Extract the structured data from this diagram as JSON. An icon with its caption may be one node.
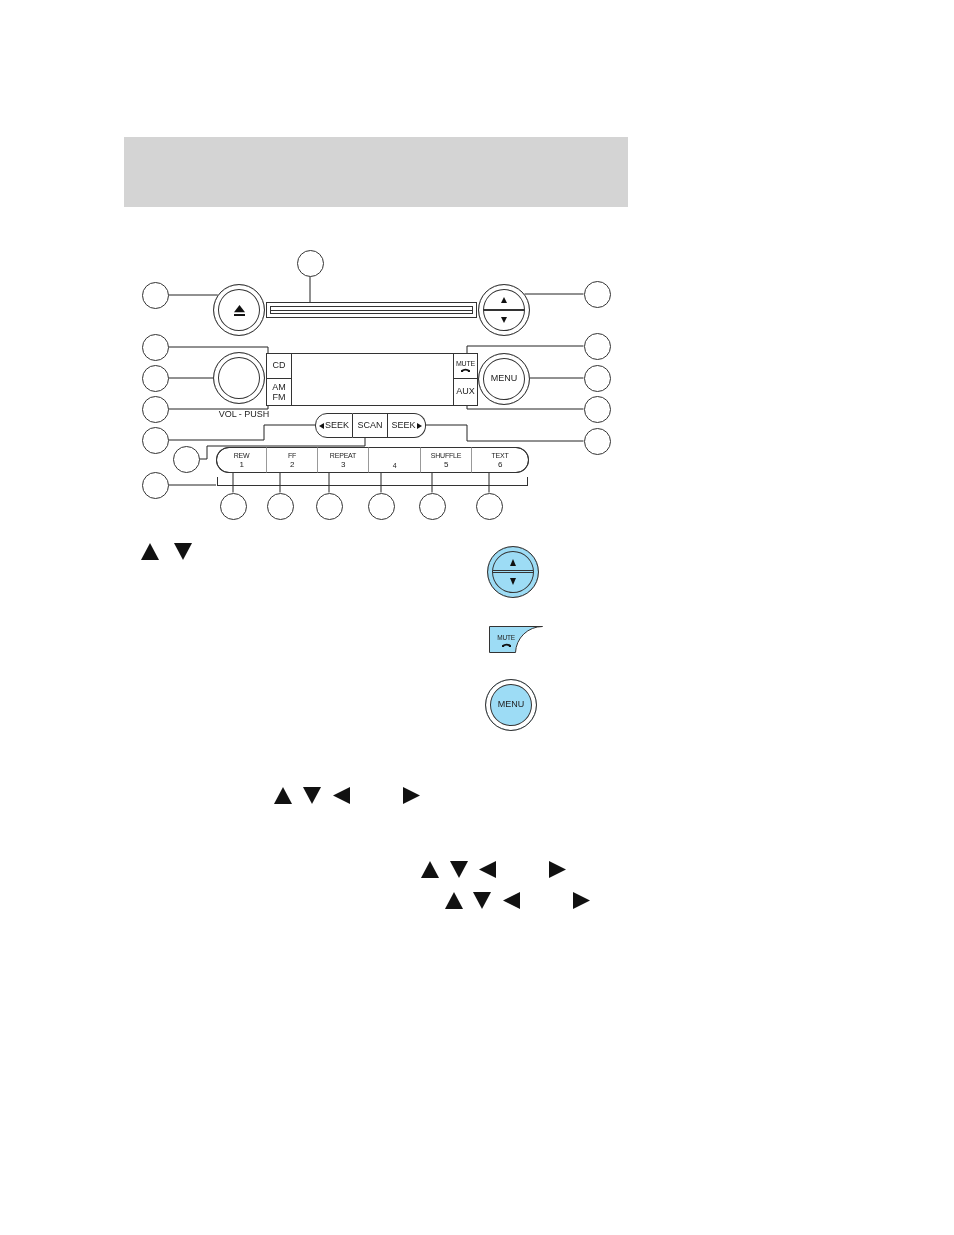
{
  "diagram": {
    "nodes": [
      {
        "text": [],
        "shape": "circle"
      },
      {
        "text": [],
        "shape": "circle"
      },
      {
        "text": [],
        "shape": "circle"
      },
      {
        "text": [],
        "shape": "bar"
      },
      {
        "text": [],
        "shape": "circle"
      },
      {
        "text": [],
        "shape": "circle"
      },
      {
        "text": [],
        "shape": "circle"
      },
      {
        "text": [],
        "shape": "circle"
      },
      {
        "text": [],
        "shape": "circle"
      },
      {
        "text": [],
        "shape": "circle",
        "beside": [
          "VOL - PUSH"
        ]
      },
      {
        "text": [
          "CD"
        ]
      },
      {
        "text": [
          "AM FM"
        ]
      },
      {
        "text": [
          "MUTE"
        ]
      },
      {
        "text": [
          "AUX"
        ]
      },
      {
        "text": [
          "MENU"
        ]
      },
      {
        "text": [],
        "shape": "circle"
      },
      {
        "text": [],
        "shape": "circle"
      },
      {
        "text": [],
        "shape": "circle"
      },
      {
        "text": [],
        "shape": "circle"
      },
      {
        "text": [
          "SEEK"
        ]
      },
      {
        "text": [
          "SCAN"
        ]
      },
      {
        "text": [
          "SEEK"
        ]
      },
      {
        "text": [],
        "shape": "circle"
      },
      {
        "text": [],
        "shape": "circle"
      },
      {
        "text": [],
        "shape": "box"
      },
      {
        "text": [
          "REW",
          "1"
        ],
        "in": 24
      },
      {
        "text": [
          "FF",
          "2"
        ],
        "in": 24
      },
      {
        "text": [
          "REPEAT",
          "3"
        ],
        "in": 24
      },
      {
        "text": [
          "4"
        ],
        "in": 24
      },
      {
        "text": [
          "SHUFFLE",
          "5"
        ],
        "in": 24
      },
      {
        "text": [
          "TEXT",
          "6"
        ],
        "in": 24
      },
      {
        "text": [],
        "shape": "circle"
      },
      {
        "text": [],
        "shape": "circle"
      },
      {
        "text": [],
        "shape": "circle"
      },
      {
        "text": [],
        "shape": "circle"
      },
      {
        "text": [],
        "shape": "circle"
      },
      {
        "text": [],
        "shape": "circle"
      },
      {
        "text": [],
        "shape": "circle"
      },
      {
        "text": [],
        "shape": "circle"
      },
      {
        "text": [
          "MUTE"
        ]
      },
      {
        "text": [
          "MENU"
        ]
      },
      {
        "text": [],
        "shape": "box"
      }
    ],
    "edges": [
      {
        "from": 0,
        "to": 3,
        "arrow": "none"
      },
      {
        "from": 1,
        "to": 2,
        "arrow": "none"
      },
      {
        "from": 5,
        "to": 4,
        "arrow": "none"
      },
      {
        "from": 6,
        "to": 10,
        "arrow": "none"
      },
      {
        "from": 7,
        "to": 12,
        "arrow": "none"
      },
      {
        "from": 8,
        "to": 9,
        "arrow": "none"
      },
      {
        "from": 15,
        "to": 14,
        "arrow": "none"
      },
      {
        "from": 16,
        "to": 11,
        "arrow": "none"
      },
      {
        "from": 17,
        "to": 13,
        "arrow": "none"
      },
      {
        "from": 18,
        "to": 19,
        "arrow": "none"
      },
      {
        "from": 22,
        "to": 21,
        "arrow": "none"
      },
      {
        "from": 23,
        "to": 20,
        "arrow": "none"
      },
      {
        "from": 31,
        "to": 24,
        "arrow": "none"
      },
      {
        "from": 32,
        "to": 25,
        "arrow": "none"
      },
      {
        "from": 33,
        "to": 26,
        "arrow": "none"
      },
      {
        "from": 34,
        "to": 27,
        "arrow": "none"
      },
      {
        "from": 35,
        "to": 28,
        "arrow": "none"
      },
      {
        "from": 36,
        "to": 29,
        "arrow": "none"
      },
      {
        "from": 37,
        "to": 30,
        "arrow": "none"
      }
    ]
  }
}
